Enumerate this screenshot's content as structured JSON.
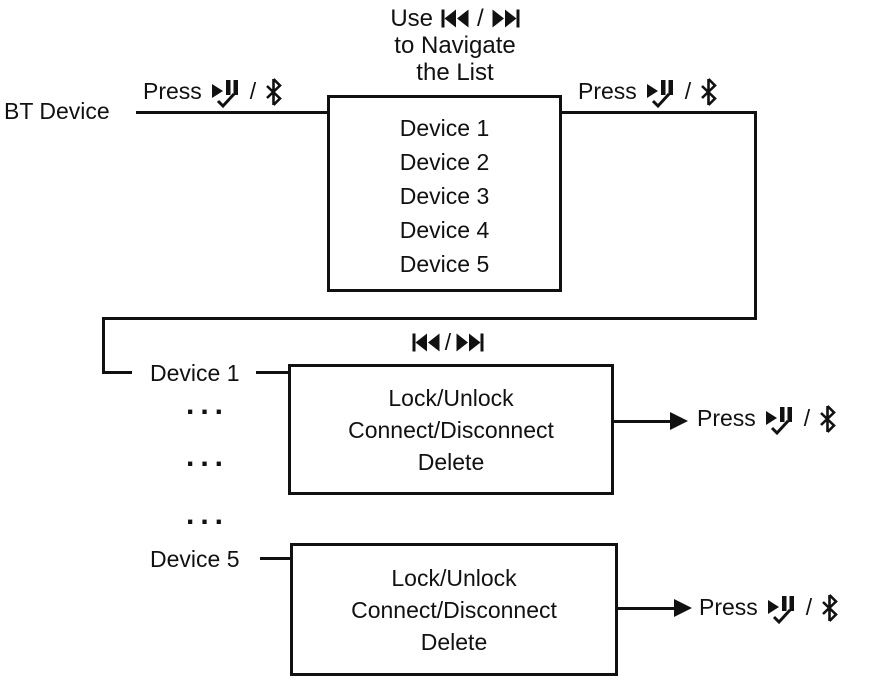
{
  "title": {
    "line1": "Use",
    "line2": "to Navigate",
    "line3": "the List"
  },
  "labels": {
    "press": "Press",
    "slash": "/",
    "bt_device": "BT Device",
    "ellipsis": "..."
  },
  "icons": {
    "prev_track": "skip-to-previous-track",
    "next_track": "skip-to-next-track",
    "play_pause_check": "play-pause-with-checkmark",
    "bluetooth": "bluetooth"
  },
  "device_list": {
    "items": [
      "Device 1",
      "Device 2",
      "Device 3",
      "Device 4",
      "Device 5"
    ]
  },
  "branches": [
    {
      "device": "Device 1",
      "actions": [
        "Lock/Unlock",
        "Connect/Disconnect",
        "Delete"
      ]
    },
    {
      "device": "Device 5",
      "actions": [
        "Lock/Unlock",
        "Connect/Disconnect",
        "Delete"
      ]
    }
  ],
  "colors": {
    "background": "#ffffff",
    "line": "#111111",
    "text": "#111111"
  }
}
